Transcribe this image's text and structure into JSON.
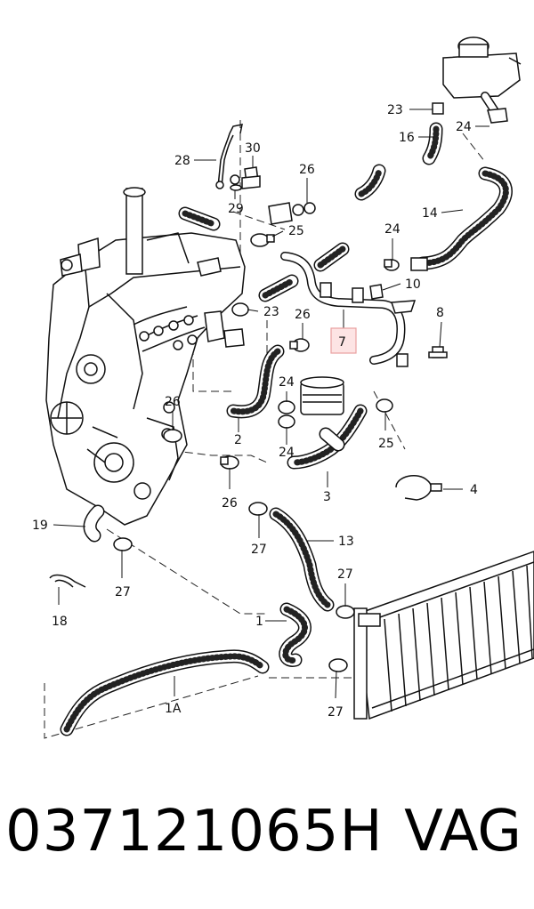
{
  "labels": {
    "l28": "28",
    "l30": "30",
    "l29": "29",
    "l26a": "26",
    "l23a": "23",
    "l16": "16",
    "l24a": "24",
    "l14": "14",
    "l25a": "25",
    "l24b": "24",
    "l10": "10",
    "l23b": "23",
    "l26b": "26",
    "l7": "7",
    "l8": "8",
    "l24c": "24",
    "l24d": "24",
    "l26c": "26",
    "l2": "2",
    "l25b": "25",
    "l3": "3",
    "l4": "4",
    "l26d": "26",
    "l19": "19",
    "l27a": "27",
    "l13": "13",
    "l27b": "27",
    "l18": "18",
    "l1": "1",
    "l27c": "27",
    "l1A": "1A",
    "l27d": "27"
  },
  "footer": {
    "part_number": "037121065H",
    "brand": "VAG"
  },
  "colors": {
    "highlight_fill": "#fde4e4",
    "highlight_stroke": "#e9a0a0"
  }
}
